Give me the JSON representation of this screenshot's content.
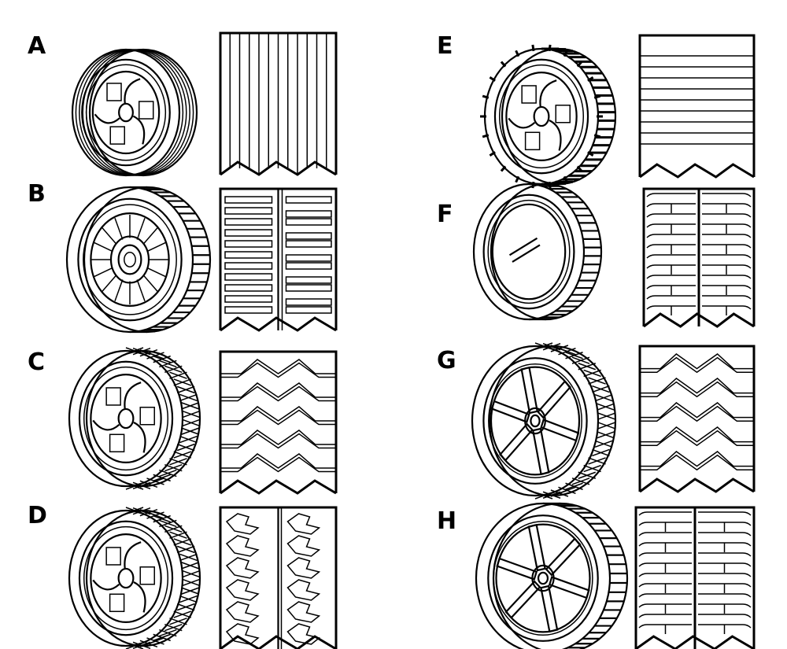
{
  "panels": [
    {
      "label": "A",
      "tread": "ribbed",
      "hub": "plastic-spoke",
      "rim": "plain"
    },
    {
      "label": "B",
      "tread": "lug-split",
      "hub": "plastic-ring",
      "rim": "plain"
    },
    {
      "label": "C",
      "tread": "diamond",
      "hub": "plastic-spoke",
      "rim": "plain"
    },
    {
      "label": "D",
      "tread": "knobby",
      "hub": "plastic-spoke",
      "rim": "plain"
    },
    {
      "label": "E",
      "tread": "bar",
      "hub": "plastic-spoke",
      "rim": "plain"
    },
    {
      "label": "F",
      "tread": "lug-center",
      "hub": "solid-cap",
      "rim": "plain"
    },
    {
      "label": "G",
      "tread": "diamond",
      "hub": "six-spoke",
      "rim": "dotted"
    },
    {
      "label": "H",
      "tread": "lug-center",
      "hub": "six-spoke",
      "rim": "dotted"
    }
  ]
}
